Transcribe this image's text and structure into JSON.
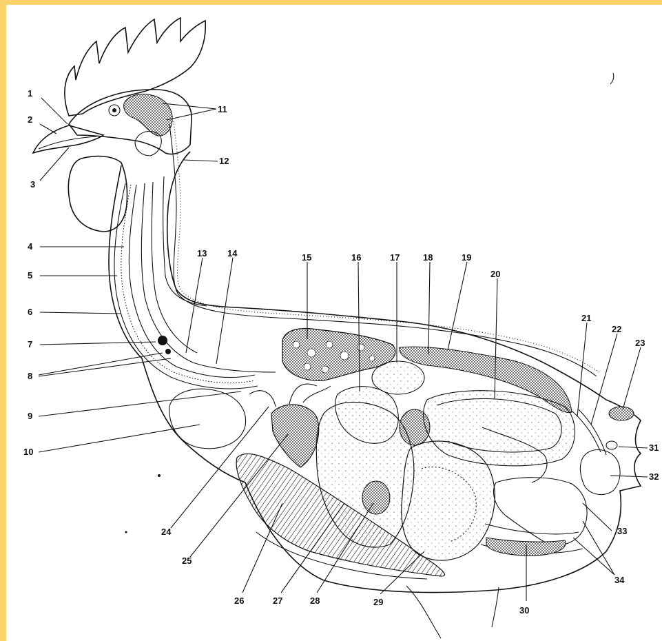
{
  "colors": {
    "frame": "#fcd36a",
    "ink": "#111111",
    "paper": "#ffffff"
  },
  "labels": [
    "1",
    "2",
    "3",
    "4",
    "5",
    "6",
    "7",
    "8",
    "9",
    "10",
    "11",
    "12",
    "13",
    "14",
    "15",
    "16",
    "17",
    "18",
    "19",
    "20",
    "21",
    "22",
    "23",
    "24",
    "25",
    "26",
    "27",
    "28",
    "29",
    "30",
    "31",
    "32",
    "33",
    "34"
  ]
}
